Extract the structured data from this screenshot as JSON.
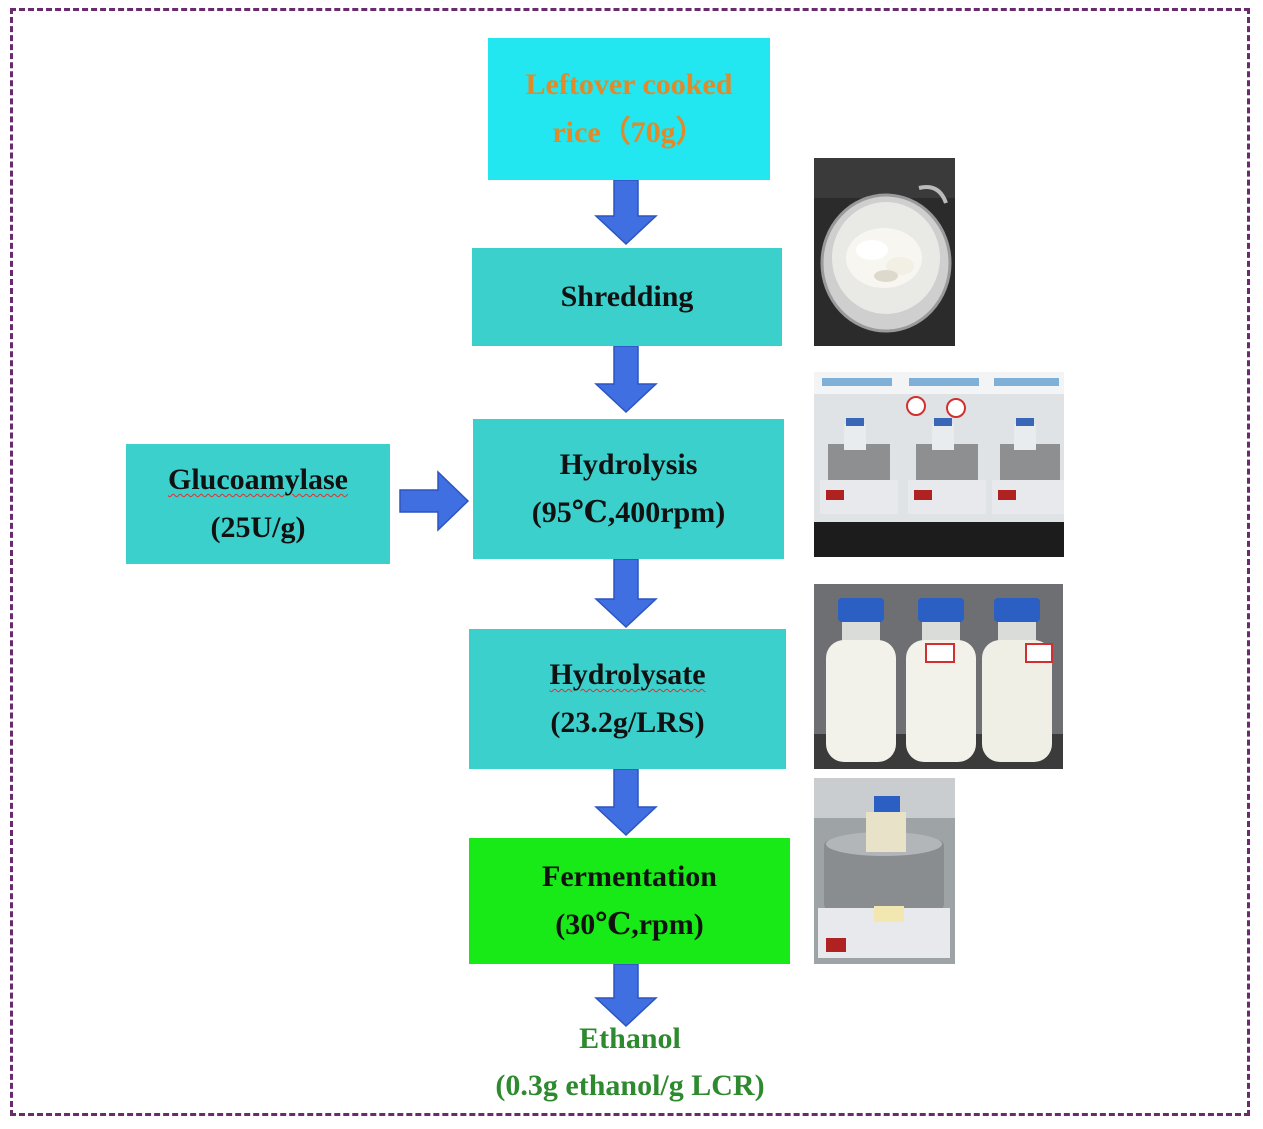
{
  "flowchart": {
    "start": {
      "line1": "Leftover cooked",
      "line2": "rice（70g）"
    },
    "shredding": {
      "label": "Shredding"
    },
    "hydrolysis": {
      "line1": "Hydrolysis",
      "line2": "(95℃,400rpm)"
    },
    "enzyme": {
      "line1": "Glucoamylase",
      "line2": "(25U/g)"
    },
    "hydrolysate": {
      "line1": "Hydrolysate",
      "line2": "(23.2g/LRS)"
    },
    "fermentation": {
      "line1": "Fermentation",
      "line2": "(30℃,rpm)"
    },
    "output": {
      "line1": "Ethanol",
      "line2": "(0.3g ethanol/g LCR)"
    }
  },
  "photos": [
    {
      "name": "shredded-rice-bowl-photo"
    },
    {
      "name": "hydrolysis-reactors-photo"
    },
    {
      "name": "hydrolysate-bottles-photo"
    },
    {
      "name": "fermentation-reactor-photo"
    }
  ],
  "colors": {
    "start_box": "#22e6f0",
    "process_box": "#3cd0cc",
    "fermentation_box": "#18ea18",
    "arrow": "#3f6fe0",
    "frame": "#6a2a6e",
    "output_text": "#2e8a2e",
    "start_text": "#e08a2a"
  }
}
